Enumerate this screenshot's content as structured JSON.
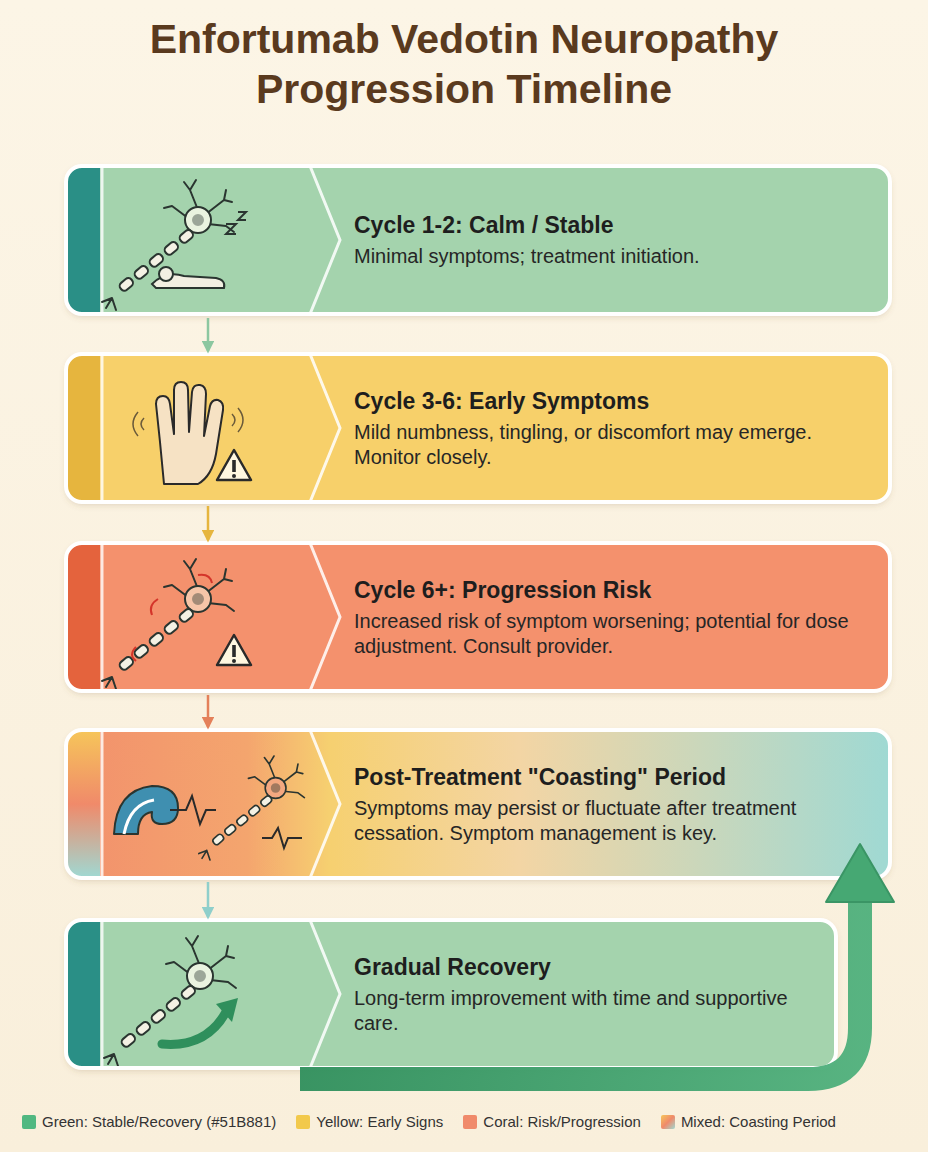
{
  "diagram": {
    "title": "Enfortumab Vedotin Neuropathy Progression Timeline",
    "nodes": [
      {
        "text": [
          "Cycle 1-2: Calm / Stable",
          "Minimal symptoms; treatment initiation."
        ]
      },
      {
        "text": [
          "Cycle 3-6: Early Symptoms",
          "Mild numbness, tingling, or discomfort may emerge. Monitor closely."
        ]
      },
      {
        "text": [
          "Cycle 6+: Progression Risk",
          "Increased risk of symptom worsening; potential for dose adjustment. Consult provider."
        ]
      },
      {
        "text": [
          "Post-Treatment \"Coasting\" Period",
          "Symptoms may persist or fluctuate after treatment cessation. Symptom management is key."
        ]
      },
      {
        "text": [
          "Gradual Recovery",
          "Long-term improvement with time and supportive care."
        ]
      }
    ],
    "edges": [
      {
        "from": 0,
        "to": 1,
        "arrow": "to"
      },
      {
        "from": 1,
        "to": 2,
        "arrow": "to"
      },
      {
        "from": 2,
        "to": 3,
        "arrow": "to"
      },
      {
        "from": 3,
        "to": 4,
        "arrow": "to"
      }
    ],
    "legend": [
      {
        "text": "Green: Stable/Recovery (#51B881)",
        "color": "#51B881"
      },
      {
        "text": "Yellow: Early Signs",
        "color": "#F2C94C"
      },
      {
        "text": "Coral: Risk/Progression",
        "color": "#F08A6A"
      },
      {
        "text": "Mixed: Coasting Period"
      }
    ]
  }
}
